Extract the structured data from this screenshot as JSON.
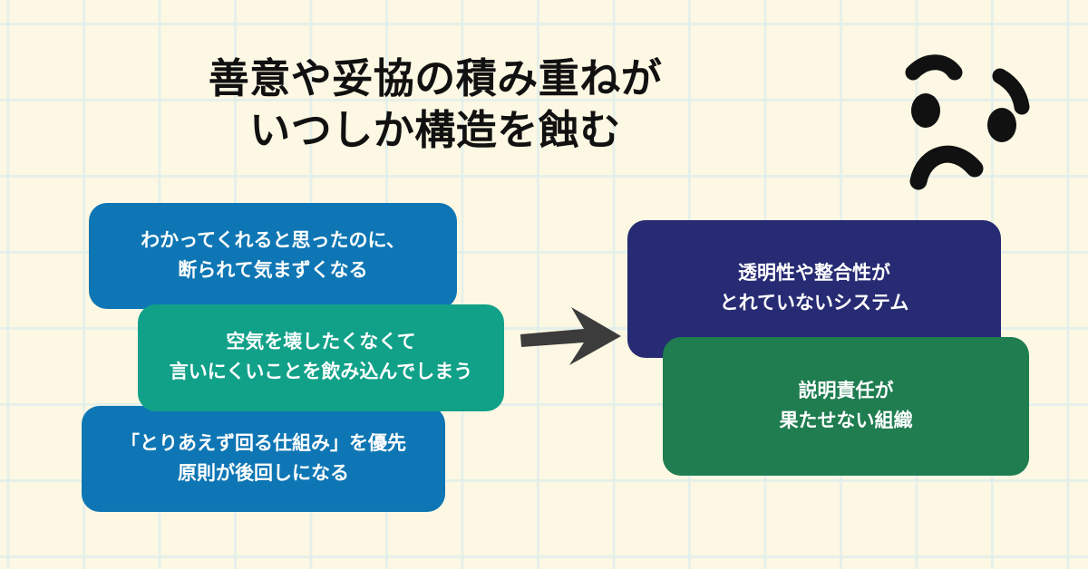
{
  "background": {
    "color": "#FDF8E3",
    "grid_color": "#E2EEEB"
  },
  "title": {
    "line1": "善意や妥協の積み重ねが",
    "line2": "いつしか構造を蝕む",
    "color": "#111111"
  },
  "decoration": {
    "face_icon": "sad-face-icon",
    "color": "#111111"
  },
  "arrow": {
    "icon": "right-arrow-icon",
    "color": "#3C3C3C",
    "direction": "right"
  },
  "causes": [
    {
      "line1": "わかってくれると思ったのに、",
      "line2": "断られて気まずくなる",
      "color": "#0E76B4"
    },
    {
      "line1": "空気を壊したくなくて",
      "line2": "言いにくいことを飲み込んでしまう",
      "color": "#11A189"
    },
    {
      "line1": "「とりあえず回る仕組み」を優先",
      "line2": "原則が後回しになる",
      "color": "#0E76B4"
    }
  ],
  "results": [
    {
      "line1": "透明性や整合性が",
      "line2": "とれていないシステム",
      "color": "#272B73"
    },
    {
      "line1": "説明責任が",
      "line2": "果たせない組織",
      "color": "#1F7D50"
    }
  ]
}
